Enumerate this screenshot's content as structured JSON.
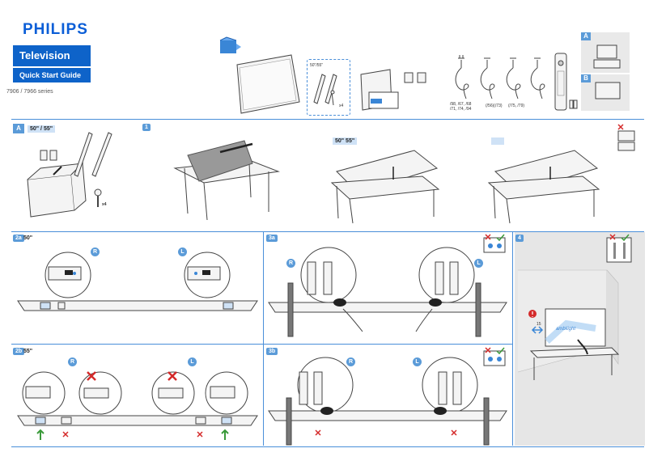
{
  "brand": {
    "logo": "PHILIPS",
    "product": "Television",
    "guide": "Quick Start Guide",
    "series": "7906 / 7966 series"
  },
  "box_contents": {
    "stand_size_label": "50\"/55\"",
    "screw_count": "x4",
    "cable_variants": [
      "/98, /67, /68\n/71, /74, /94",
      "(/56)(/73)",
      "(/75, /79)"
    ],
    "icon": "document-box-icon"
  },
  "options": {
    "a_label": "A",
    "b_label": "B"
  },
  "section_a": {
    "badge": "A",
    "size_text": "50\" / 55\"",
    "screw_count": "x4"
  },
  "step1": {
    "badge": "1",
    "size_badge": "50\" 55\""
  },
  "step2a": {
    "badge": "2a",
    "size": "50\"",
    "right": "R",
    "left": "L"
  },
  "step2b": {
    "badge": "2b",
    "size": "55\"",
    "right": "R",
    "left": "L"
  },
  "step3a": {
    "badge": "3a",
    "right": "R",
    "left": "L"
  },
  "step3b": {
    "badge": "3b",
    "right": "R",
    "left": "L"
  },
  "step4": {
    "badge": "4",
    "distance": "15",
    "tv_text": "ambilight"
  },
  "colors": {
    "accent": "#0e63c9",
    "badge": "#5b9bd8",
    "panel": "#e6e6e6",
    "ok": "#3a9a3a",
    "bad": "#d42a2a"
  }
}
